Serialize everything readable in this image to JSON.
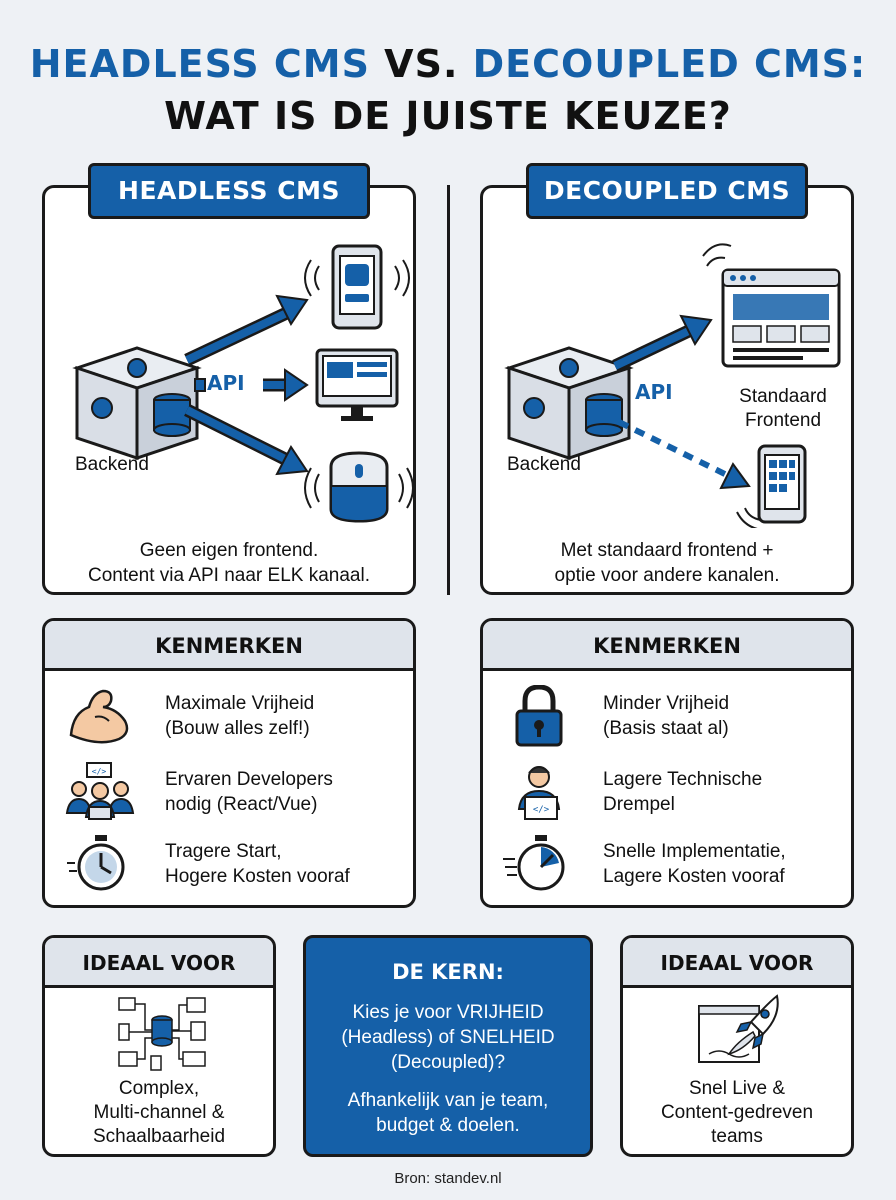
{
  "title": {
    "part1": "HEADLESS CMS",
    "vs": " VS. ",
    "part2": "DECOUPLED CMS:",
    "line2": "WAT IS DE JUISTE KEUZE?"
  },
  "headless": {
    "tab": "HEADLESS CMS",
    "backend_label": "Backend",
    "api_label": "API",
    "caption_line1": "Geen eigen frontend.",
    "caption_line2": "Content via API naar ELK kanaal."
  },
  "decoupled": {
    "tab": "DECOUPLED CMS",
    "backend_label": "Backend",
    "api_label": "API",
    "frontend_label_line1": "Standaard",
    "frontend_label_line2": "Frontend",
    "caption_line1": "Met standaard frontend +",
    "caption_line2": "optie voor andere kanalen."
  },
  "features_left": {
    "heading": "KENMERKEN",
    "items": [
      {
        "line1": "Maximale Vrijheid",
        "line2": "(Bouw alles zelf!)",
        "icon": "flexed-bicep-icon"
      },
      {
        "line1": "Ervaren Developers",
        "line2": "nodig (React/Vue)",
        "icon": "developers-team-icon"
      },
      {
        "line1": "Tragere Start,",
        "line2": "Hogere Kosten vooraf",
        "icon": "stopwatch-icon"
      }
    ]
  },
  "features_right": {
    "heading": "KENMERKEN",
    "items": [
      {
        "line1": "Minder Vrijheid",
        "line2": "(Basis staat al)",
        "icon": "padlock-icon"
      },
      {
        "line1": "Lagere Technische",
        "line2": "Drempel",
        "icon": "developer-laptop-icon"
      },
      {
        "line1": "Snelle Implementatie,",
        "line2": "Lagere Kosten vooraf",
        "icon": "fast-stopwatch-icon"
      }
    ]
  },
  "ideal_left": {
    "heading": "IDEAAL VOOR",
    "line1": "Complex,",
    "line2": "Multi-channel &",
    "line3": "Schaalbaarheid"
  },
  "kern": {
    "heading": "DE KERN:",
    "p1_line1": "Kies je voor VRIJHEID",
    "p1_line2": "(Headless) of SNELHEID",
    "p1_line3": "(Decoupled)?",
    "p2_line1": "Afhankelijk van je team,",
    "p2_line2": "budget & doelen."
  },
  "ideal_right": {
    "heading": "IDEAAL VOOR",
    "line1": "Snel Live &",
    "line2": "Content-gedreven",
    "line3": "teams"
  },
  "source": "Bron: standev.nl",
  "colors": {
    "accent": "#1560a8",
    "outline": "#1a1a1a",
    "background": "#eef1f5",
    "header_gray": "#dfe4eb"
  }
}
